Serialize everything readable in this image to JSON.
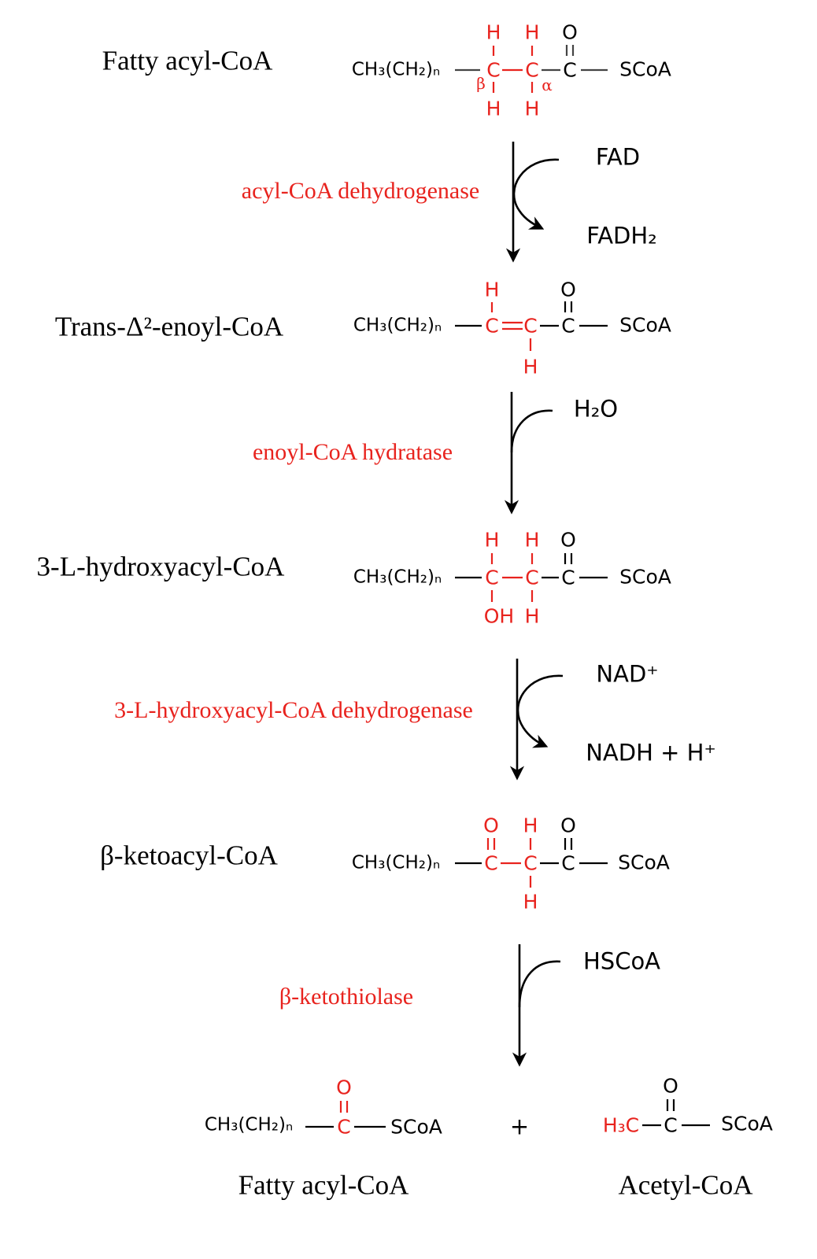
{
  "colors": {
    "highlight": "#e8231e",
    "text": "#000000"
  },
  "compounds": [
    {
      "name": "Fatty acyl-CoA"
    },
    {
      "name": "Trans-Δ²-enoyl-CoA"
    },
    {
      "name": "3-L-hydroxyacyl-CoA"
    },
    {
      "name": "β-ketoacyl-CoA"
    },
    {
      "name": "Fatty acyl-CoA"
    },
    {
      "name": "Acetyl-CoA"
    }
  ],
  "enzymes": [
    "acyl-CoA dehydrogenase",
    "enoyl-CoA hydratase",
    "3-L-hydroxyacyl-CoA dehydrogenase",
    "β-ketothiolase"
  ],
  "cofactors": {
    "fad": "FAD",
    "fadh2": "FADH₂",
    "h2o": "H₂O",
    "nad": "NAD⁺",
    "nadh": "NADH + H⁺",
    "hscoa": "HSCoA"
  },
  "atoms": {
    "chain": "CH₃(CH₂)ₙ",
    "C": "C",
    "H": "H",
    "O": "O",
    "OH": "OH",
    "SCoA": "SCoA",
    "H3C": "H₃C",
    "beta": "β",
    "alpha": "α",
    "plus": "+"
  }
}
